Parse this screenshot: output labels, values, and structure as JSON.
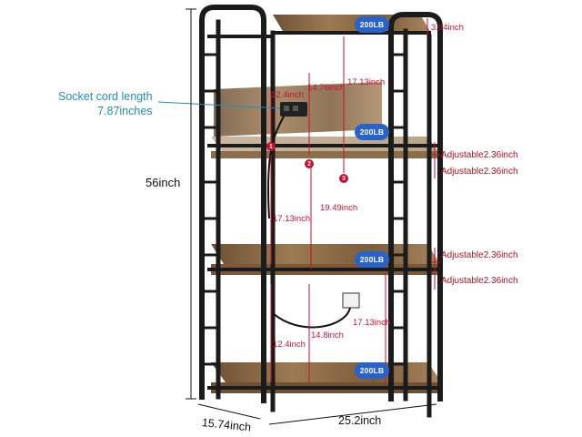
{
  "socket_cord": {
    "line1": "Socket cord length",
    "line2": "7.87inches"
  },
  "overall": {
    "height": "56inch",
    "width": "25.2inch",
    "depth": "15.74inch"
  },
  "inner_dims": {
    "top_gap": "3.94inch",
    "upper_outer": "17.13inch",
    "upper_mid": "14.76inch",
    "upper_inner": "12.4inch",
    "middle_left": "17.13inch",
    "middle_right": "19.49inch",
    "lower_right": "17.13inch",
    "lower_mid": "14.8inch",
    "lower_left": "12.4inch"
  },
  "adjustable": [
    "Adjustable2.36inch",
    "Adjustable2.36inch",
    "Adjustable2.36inch",
    "Adjustable2.36inch"
  ],
  "badges": [
    "200LB",
    "200LB",
    "200LB",
    "200LB"
  ],
  "markers": [
    "1",
    "2",
    "3"
  ],
  "colors": {
    "frame": "#1b1b1b",
    "wood": "#8a6a45",
    "dimension": "#c8102e",
    "badge": "#2a63c7",
    "cord_label": "#1d8ec0"
  }
}
